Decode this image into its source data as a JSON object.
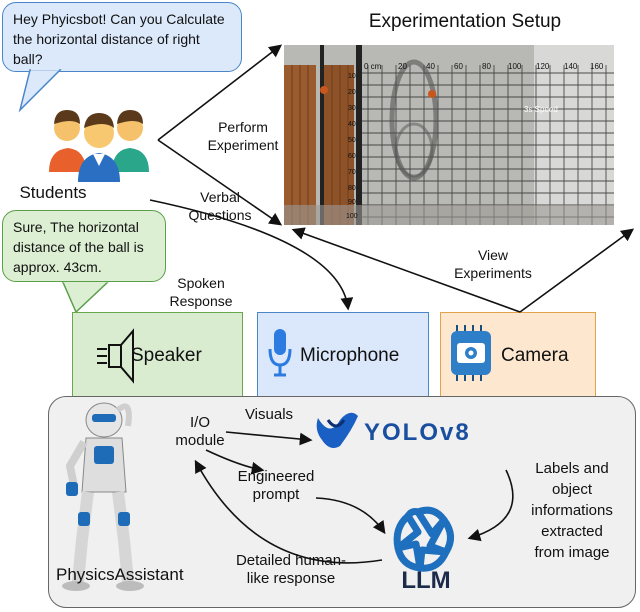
{
  "bubbles": {
    "question": "Hey Phyicsbot! Can you Calculate the horizontal distance of right ball?",
    "answer": "Sure, The horizontal distance of the ball is approx. 43cm."
  },
  "labels": {
    "students": "Students",
    "experiment_title": "Experimentation Setup",
    "perform_experiment_1": "Perform",
    "perform_experiment_2": "Experiment",
    "verbal_questions_1": "Verbal",
    "verbal_questions_2": "Questions",
    "spoken_response_1": "Spoken",
    "spoken_response_2": "Response",
    "view_experiments_1": "View",
    "view_experiments_2": "Experiments"
  },
  "devices": {
    "speaker": "Speaker",
    "microphone": "Microphone",
    "camera": "Camera"
  },
  "assistant": {
    "name": "PhysicsAssistant",
    "io_module_1": "I/O",
    "io_module_2": "module",
    "visuals": "Visuals",
    "yolo": "YOLOv8",
    "engineered_prompt_1": "Engineered",
    "engineered_prompt_2": "prompt",
    "labels_extracted": [
      "Labels and",
      "object",
      "informations",
      "extracted",
      "from image"
    ],
    "detailed_response_1": "Detailed human-",
    "detailed_response_2": "like response",
    "llm": "LLM"
  },
  "ruler": {
    "ticks": [
      "0 cm",
      "20",
      "40",
      "60",
      "80",
      "100",
      "120",
      "140",
      "160"
    ],
    "side_ticks": [
      "10",
      "20",
      "30",
      "40",
      "50",
      "60",
      "70",
      "80",
      "90",
      "100"
    ],
    "speed_label": "3s Speed"
  },
  "colors": {
    "question_bubble": "#dbe9fb",
    "answer_bubble": "#dcefd3",
    "speaker_box": "#d9ecd0",
    "microphone_box": "#dbe8fb",
    "camera_box": "#fde8cf",
    "yolo_blue": "#1a4fa0",
    "llm_blue": "#1f6fbf"
  },
  "icons": {
    "students": "students-group-icon",
    "speaker": "speaker-icon",
    "microphone": "microphone-icon",
    "camera": "camera-icon",
    "robot": "robot-icon",
    "yolo": "yolo-logo-icon",
    "llm": "llm-logo-icon"
  }
}
